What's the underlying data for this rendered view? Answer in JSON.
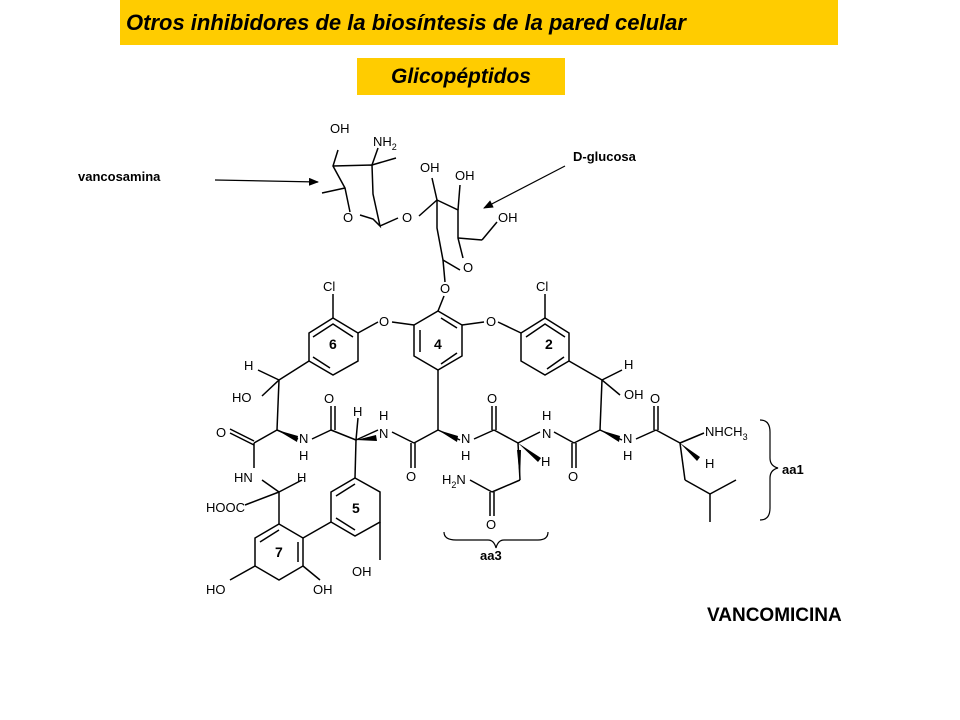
{
  "header": {
    "title": "Otros inhibidores de la biosíntesis de la pared celular"
  },
  "subheader": {
    "title": "Glicopéptidos"
  },
  "labels": {
    "vancosamina": "vancosamina",
    "dglucosa": "D-glucosa",
    "aa1": "aa1",
    "aa3": "aa3",
    "compound": "VANCOMICINA"
  },
  "ring_numbers": {
    "r6": "6",
    "r4": "4",
    "r2": "2",
    "r5": "5",
    "r7": "7"
  },
  "atoms": {
    "OH": "OH",
    "NH2": "NH",
    "two": "2",
    "O": "O",
    "Cl": "Cl",
    "H": "H",
    "HO": "HO",
    "HN": "HN",
    "N": "N",
    "NHCH3": "NHCH",
    "three": "3",
    "H2N": "H",
    "HOOC": "HOOC"
  }
}
